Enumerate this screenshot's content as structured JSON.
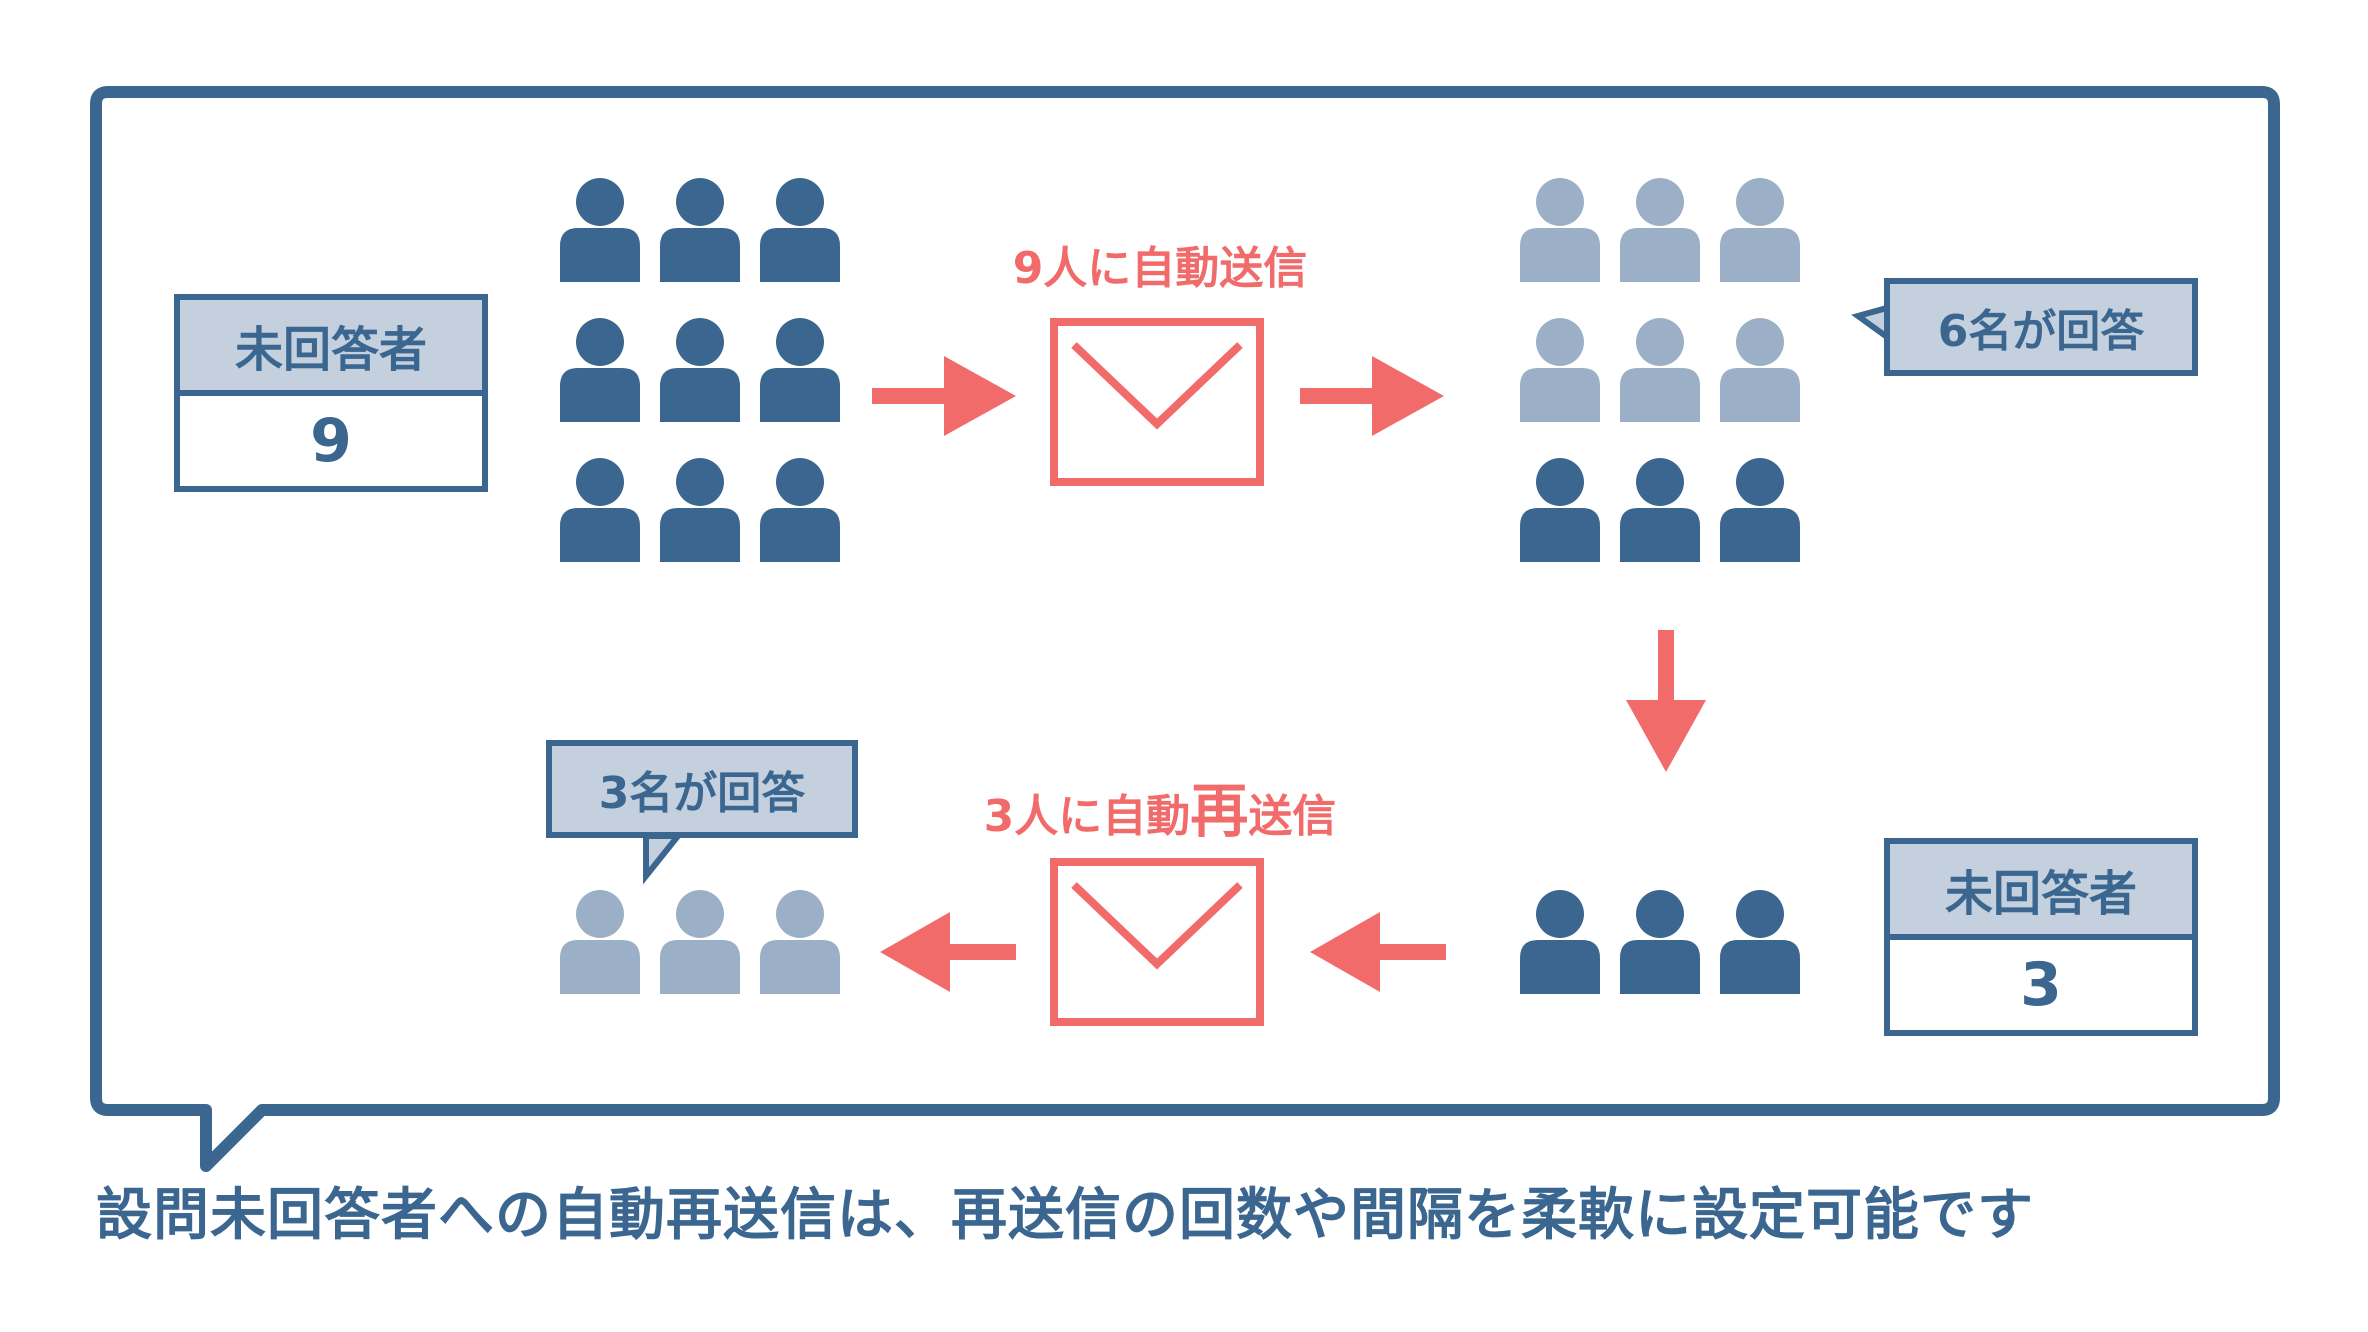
{
  "colors": {
    "dark_person": "#3a6690",
    "light_person": "#9bb0c6",
    "accent": "#f26b6b",
    "label_fill": "#c4d0dd"
  },
  "top_left_box": {
    "header": "未回答者",
    "value": "9"
  },
  "bottom_right_box": {
    "header": "未回答者",
    "value": "3"
  },
  "top_send_label": "9人に自動送信",
  "bottom_send_label": {
    "before": "3人に自動",
    "emphasis": "再",
    "after": "送信"
  },
  "top_bubble": "6名が回答",
  "bottom_bubble": "3名が回答",
  "caption": "設問未回答者への自動再送信は、再送信の回数や間隔を柔軟に設定可能です",
  "icons": [
    "person-icon",
    "envelope-icon",
    "arrow-icon"
  ]
}
